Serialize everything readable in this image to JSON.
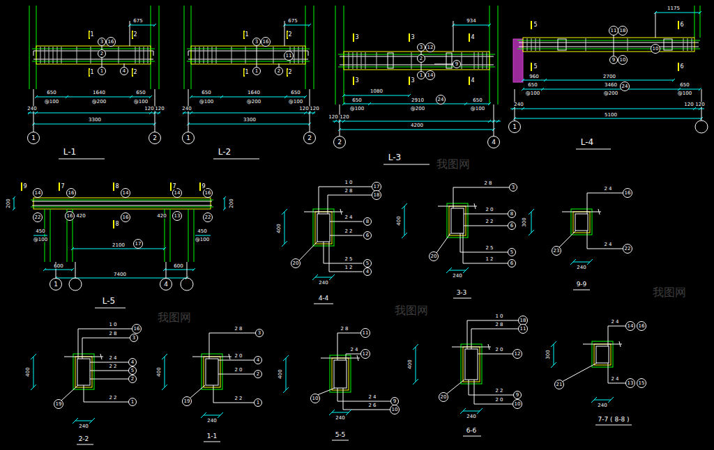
{
  "diagram": {
    "nodes": [
      {
        "text": [
          "3"
        ]
      },
      {
        "text": [
          "16"
        ]
      },
      {
        "text": [
          "2"
        ]
      },
      {
        "text": [
          "1"
        ]
      },
      {
        "text": [
          "4"
        ]
      },
      {
        "text": [
          "1"
        ]
      },
      {
        "text": [
          "2"
        ]
      },
      {
        "text": [
          "3"
        ]
      },
      {
        "text": [
          "16"
        ]
      },
      {
        "text": [
          "11"
        ]
      },
      {
        "text": [
          "1"
        ]
      },
      {
        "text": [
          "2"
        ]
      },
      {
        "text": [
          "1"
        ]
      },
      {
        "text": [
          "2"
        ]
      },
      {
        "text": [
          "3"
        ]
      },
      {
        "text": [
          "12"
        ]
      },
      {
        "text": [
          "2"
        ]
      },
      {
        "text": [
          "1"
        ]
      },
      {
        "text": [
          "14"
        ]
      },
      {
        "text": [
          "9"
        ]
      },
      {
        "text": [
          "24"
        ]
      },
      {
        "text": [
          "2"
        ]
      },
      {
        "text": [
          "4"
        ]
      },
      {
        "text": [
          "11"
        ]
      },
      {
        "text": [
          "18"
        ]
      },
      {
        "text": [
          "10"
        ]
      },
      {
        "text": [
          "9"
        ]
      },
      {
        "text": [
          "10"
        ]
      },
      {
        "text": [
          "24"
        ]
      },
      {
        "text": [
          "1"
        ]
      },
      {
        "text": [
          "14"
        ]
      },
      {
        "text": [
          "16"
        ]
      },
      {
        "text": [
          "14"
        ]
      },
      {
        "text": [
          "14"
        ]
      },
      {
        "text": [
          "16"
        ]
      },
      {
        "text": [
          "22"
        ]
      },
      {
        "text": [
          "16"
        ]
      },
      {
        "text": [
          "16"
        ]
      },
      {
        "text": [
          "13"
        ]
      },
      {
        "text": [
          "22"
        ]
      },
      {
        "text": [
          "17"
        ]
      },
      {
        "text": [
          "1"
        ]
      },
      {
        "text": [
          "4"
        ]
      },
      {
        "text": [
          "17"
        ]
      },
      {
        "text": [
          "18"
        ]
      },
      {
        "text": [
          "8"
        ]
      },
      {
        "text": [
          "6"
        ]
      },
      {
        "text": [
          "5"
        ]
      },
      {
        "text": [
          "4"
        ]
      },
      {
        "text": [
          "20"
        ]
      },
      {
        "text": [
          "3"
        ]
      },
      {
        "text": [
          "8"
        ]
      },
      {
        "text": [
          "6"
        ]
      },
      {
        "text": [
          "5"
        ]
      },
      {
        "text": [
          "6"
        ]
      },
      {
        "text": [
          "20"
        ]
      },
      {
        "text": [
          "16"
        ]
      },
      {
        "text": [
          "22"
        ]
      },
      {
        "text": [
          "23"
        ]
      },
      {
        "text": [
          "16"
        ]
      },
      {
        "text": [
          "3"
        ]
      },
      {
        "text": [
          "4"
        ]
      },
      {
        "text": [
          "5"
        ]
      },
      {
        "text": [
          "2"
        ]
      },
      {
        "text": [
          "1"
        ]
      },
      {
        "text": [
          "19"
        ]
      },
      {
        "text": [
          "3"
        ]
      },
      {
        "text": [
          "4"
        ]
      },
      {
        "text": [
          "2"
        ]
      },
      {
        "text": [
          "1"
        ]
      },
      {
        "text": [
          "19"
        ]
      },
      {
        "text": [
          "11"
        ]
      },
      {
        "text": [
          "12"
        ]
      },
      {
        "text": [
          "9"
        ]
      },
      {
        "text": [
          "10"
        ]
      },
      {
        "text": [
          "10"
        ]
      },
      {
        "text": [
          "18"
        ]
      },
      {
        "text": [
          "11"
        ]
      },
      {
        "text": [
          "12"
        ]
      },
      {
        "text": [
          "9"
        ]
      },
      {
        "text": [
          "10"
        ]
      },
      {
        "text": [
          "20"
        ]
      },
      {
        "text": [
          "14"
        ]
      },
      {
        "text": [
          "16"
        ]
      },
      {
        "text": [
          "13"
        ]
      },
      {
        "text": [
          "15"
        ]
      },
      {
        "text": [
          "21"
        ]
      }
    ],
    "labels": [
      "675",
      "1",
      "2",
      "1",
      "2",
      "650",
      "1640",
      "650",
      "@100",
      "@200",
      "@100",
      "240",
      "120",
      "120",
      "3300",
      "L-1",
      "675",
      "1",
      "2",
      "1",
      "2",
      "650",
      "1640",
      "650",
      "@100",
      "@200",
      "@100",
      "240",
      "120",
      "120",
      "3300",
      "L-2",
      "934",
      "3",
      "3",
      "4",
      "3",
      "3",
      "4",
      "1080",
      "650",
      "2910",
      "650",
      "@100",
      "@200",
      "@100",
      "120",
      "120",
      "4200",
      "L-3",
      "1175",
      "5",
      "6",
      "5",
      "6",
      "960",
      "2700",
      "650",
      "3460",
      "650",
      "@100",
      "@200",
      "@100",
      "240",
      "120",
      "120",
      "5100",
      "L-4",
      "9",
      "7",
      "8",
      "7",
      "9",
      "200",
      "200",
      "8",
      "420",
      "420",
      "450",
      "450",
      "@100",
      "@100",
      "2100",
      "600",
      "600",
      "7400",
      "L-5",
      "1 0",
      "2 8",
      "2 4",
      "2 2",
      "2 5",
      "1 2",
      "400",
      "240",
      "4-4",
      "2 8",
      "2 0",
      "2 2",
      "2 5",
      "1 2",
      "400",
      "240",
      "3-3",
      "2 4",
      "2 4",
      "300",
      "240",
      "9-9",
      "1 0",
      "2 8",
      "2 4",
      "2 2",
      "2 2",
      "400",
      "240",
      "2-2",
      "2 8",
      "2 0",
      "2 0",
      "2 2",
      "400",
      "240",
      "1-1",
      "2 8",
      "2 4",
      "2 4",
      "2 6",
      "400",
      "240",
      "5-5",
      "1 0",
      "2 8",
      "2 0",
      "2 2",
      "2 0",
      "400",
      "240",
      "6-6",
      "2 4",
      "2 4",
      "300",
      "240",
      "7-7 ( 8-8 )",
      "我图网",
      "我图网",
      "我图网",
      "我图网"
    ]
  }
}
